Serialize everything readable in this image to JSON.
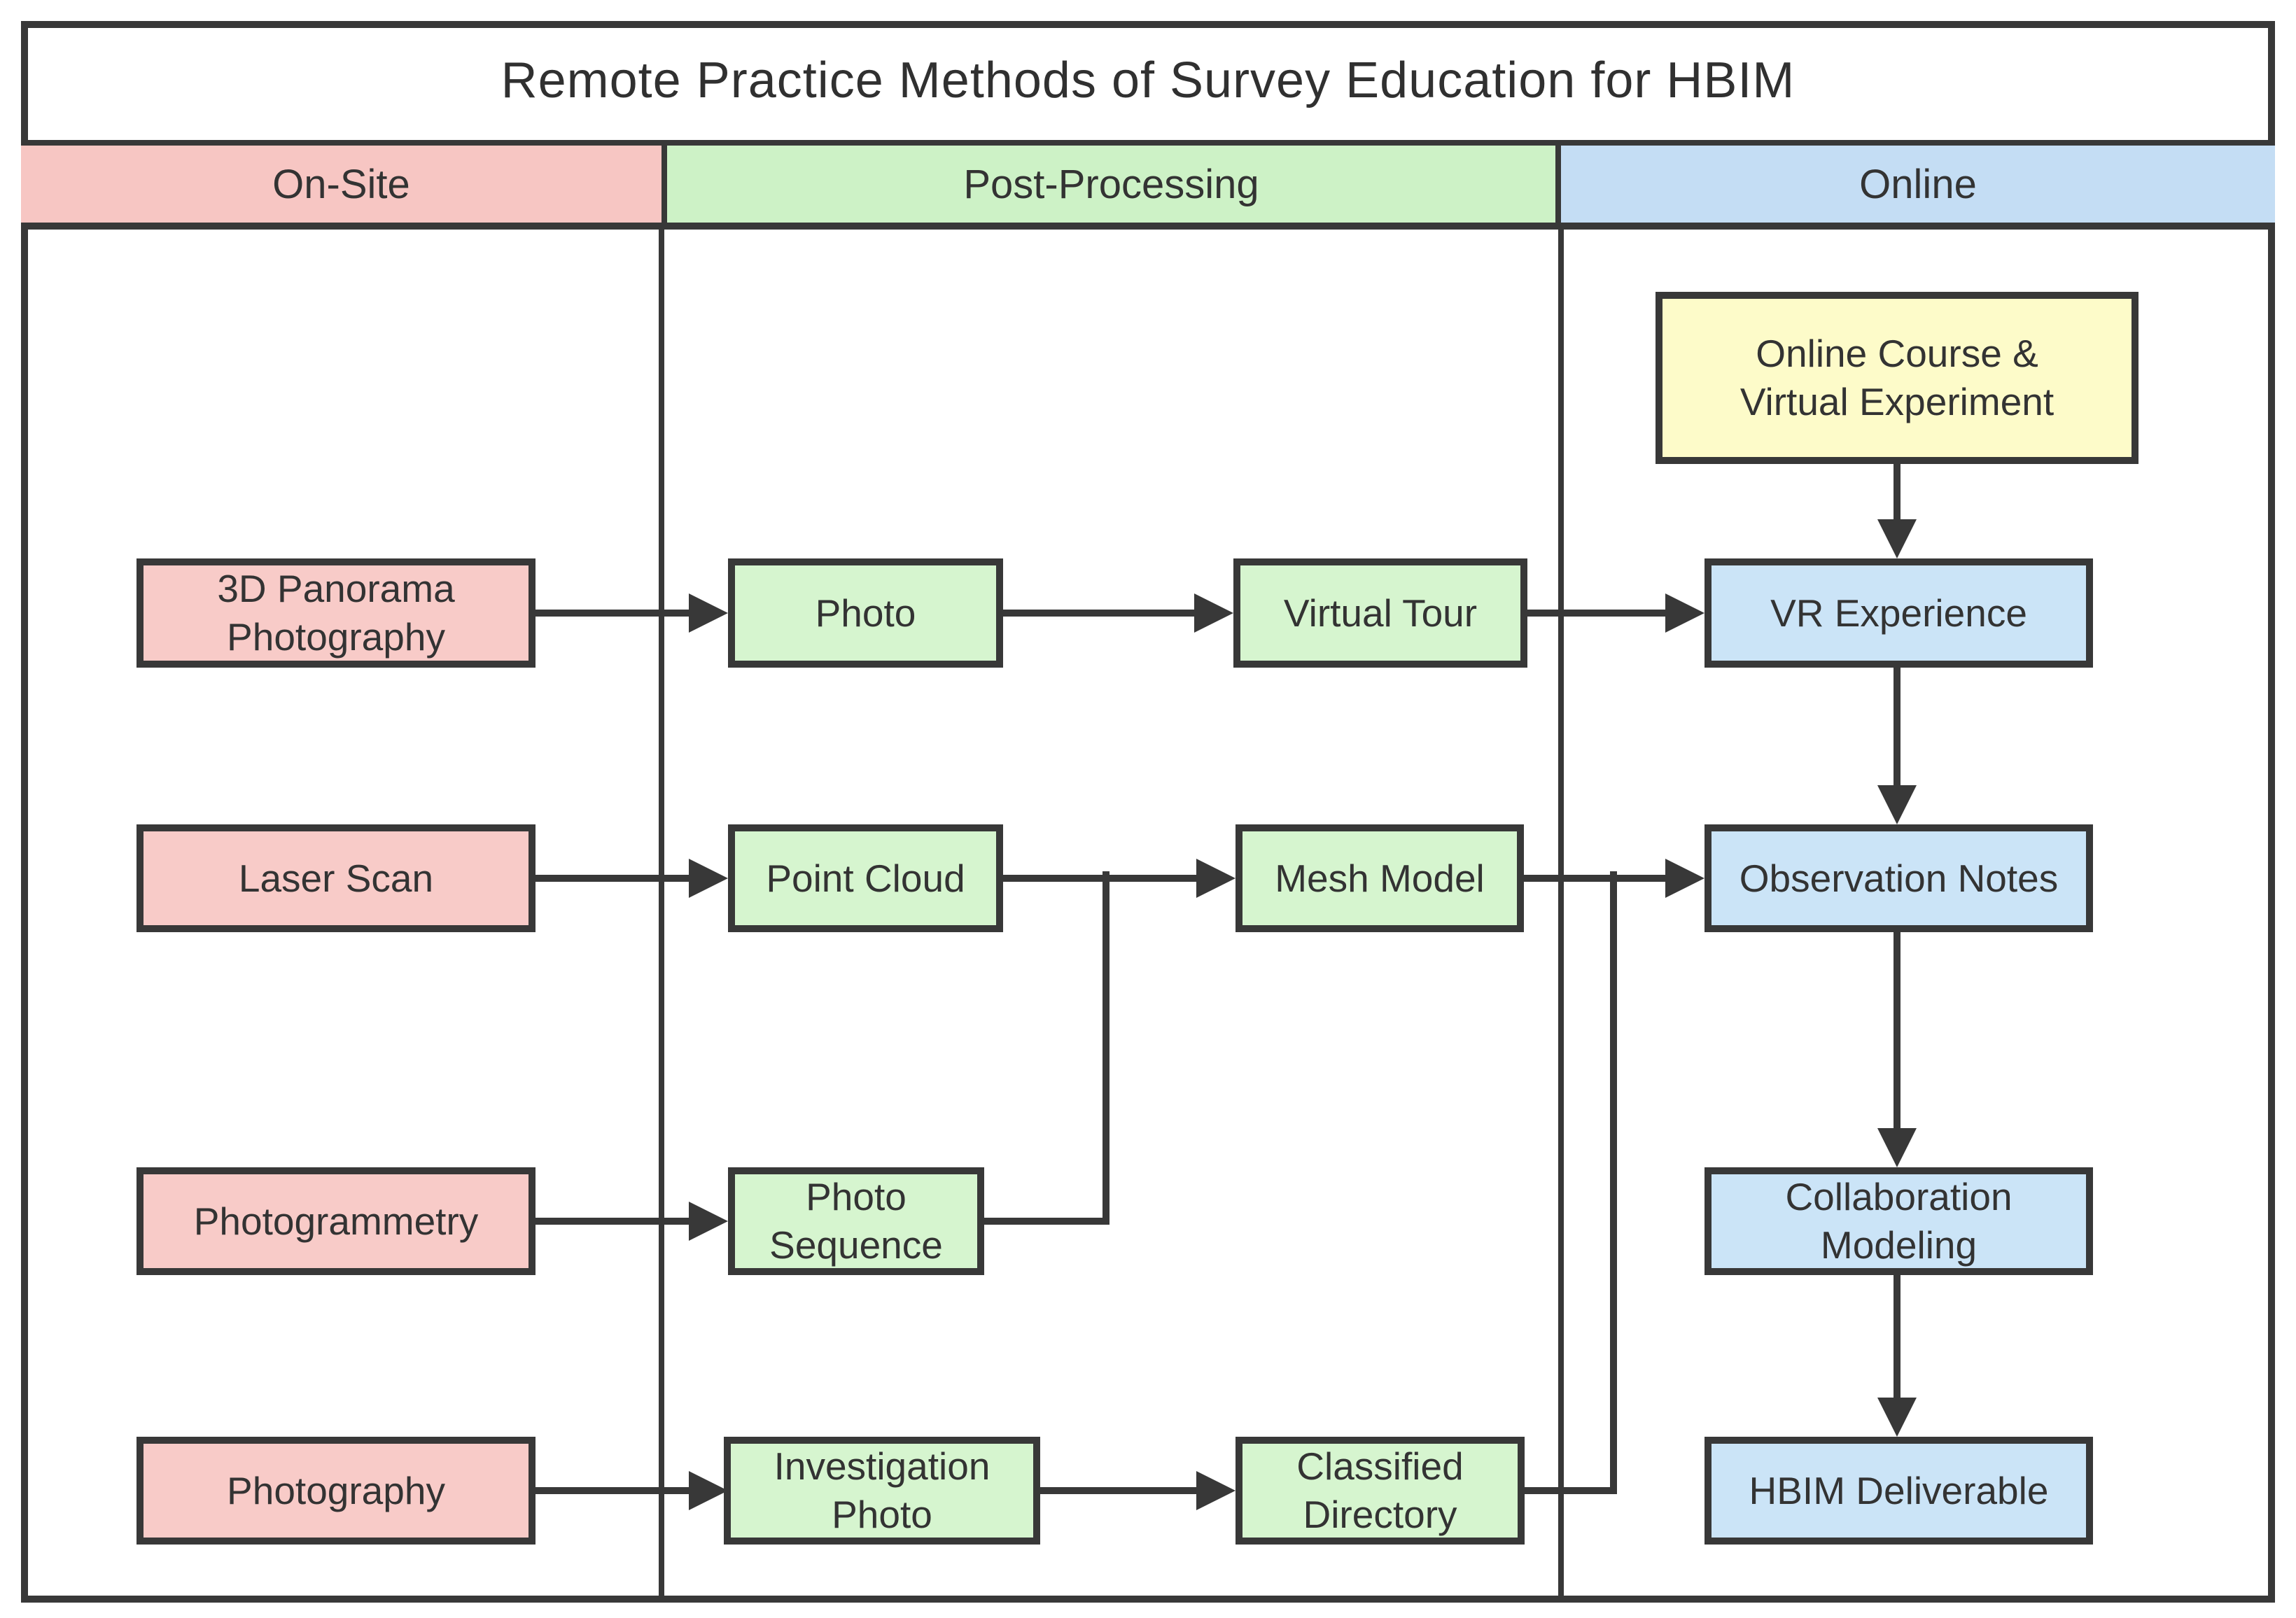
{
  "diagram": {
    "title": "Remote Practice Methods of Survey Education for HBIM",
    "type": "flowchart",
    "columns": [
      {
        "label": "On-Site",
        "color": "#f7c6c3"
      },
      {
        "label": "Post-Processing",
        "color": "#cdf2c6"
      },
      {
        "label": "Online",
        "color": "#c4ddf4"
      }
    ],
    "palette": {
      "onsite": "#f8cbc8",
      "post": "#d6f5cf",
      "online": "#cbe4f7",
      "course": "#fdfbc9",
      "line": "#383838"
    },
    "nodes": {
      "panorama": {
        "label": "3D Panorama Photography",
        "column": "On-Site"
      },
      "laser_scan": {
        "label": "Laser Scan",
        "column": "On-Site"
      },
      "photogrammetry": {
        "label": "Photogrammetry",
        "column": "On-Site"
      },
      "photography": {
        "label": "Photography",
        "column": "On-Site"
      },
      "photo": {
        "label": "Photo",
        "column": "Post-Processing"
      },
      "virtual_tour": {
        "label": "Virtual Tour",
        "column": "Post-Processing"
      },
      "point_cloud": {
        "label": "Point Cloud",
        "column": "Post-Processing"
      },
      "mesh_model": {
        "label": "Mesh Model",
        "column": "Post-Processing"
      },
      "photo_sequence": {
        "label": "Photo Sequence",
        "column": "Post-Processing"
      },
      "investigation_photo": {
        "label": "Investigation Photo",
        "column": "Post-Processing"
      },
      "classified_directory": {
        "label": "Classified Directory",
        "column": "Post-Processing"
      },
      "online_course": {
        "label": "Online Course & Virtual Experiment",
        "column": "Online"
      },
      "vr_experience": {
        "label": "VR Experience",
        "column": "Online"
      },
      "observation_notes": {
        "label": "Observation Notes",
        "column": "Online"
      },
      "collaboration_modeling": {
        "label": "Collaboration Modeling",
        "column": "Online"
      },
      "hbim_deliverable": {
        "label": "HBIM Deliverable",
        "column": "Online"
      }
    },
    "edges": [
      {
        "from": "panorama",
        "to": "photo"
      },
      {
        "from": "photo",
        "to": "virtual_tour"
      },
      {
        "from": "virtual_tour",
        "to": "vr_experience"
      },
      {
        "from": "online_course",
        "to": "vr_experience"
      },
      {
        "from": "vr_experience",
        "to": "observation_notes"
      },
      {
        "from": "laser_scan",
        "to": "point_cloud"
      },
      {
        "from": "point_cloud",
        "to": "mesh_model"
      },
      {
        "from": "photogrammetry",
        "to": "photo_sequence"
      },
      {
        "from": "photo_sequence",
        "to": "mesh_model"
      },
      {
        "from": "mesh_model",
        "to": "observation_notes"
      },
      {
        "from": "photography",
        "to": "investigation_photo"
      },
      {
        "from": "investigation_photo",
        "to": "classified_directory"
      },
      {
        "from": "classified_directory",
        "to": "observation_notes"
      },
      {
        "from": "observation_notes",
        "to": "collaboration_modeling"
      },
      {
        "from": "collaboration_modeling",
        "to": "hbim_deliverable"
      }
    ]
  }
}
